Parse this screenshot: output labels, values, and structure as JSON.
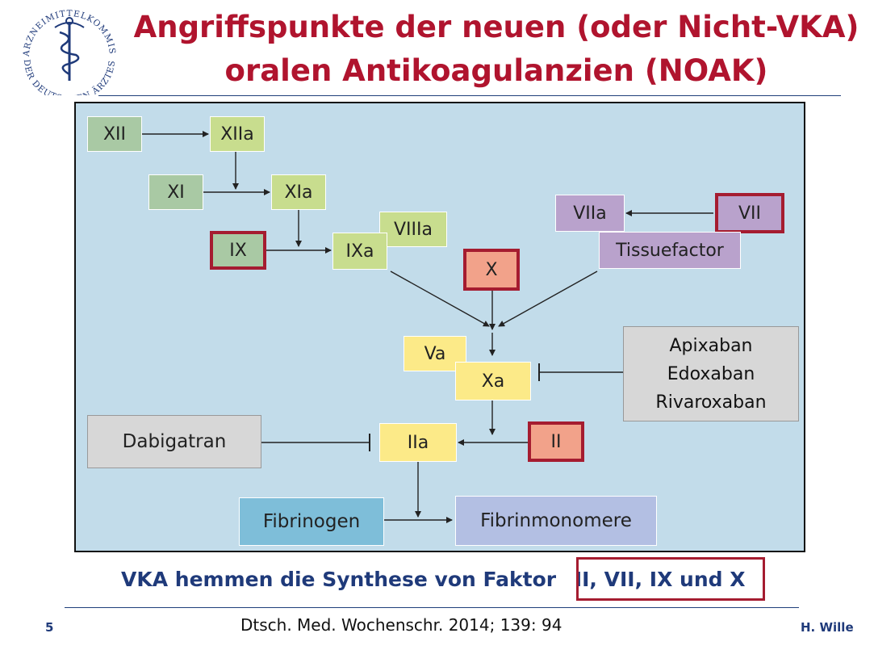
{
  "header": {
    "title_line1": "Angriffspunkte der neuen (oder Nicht-VKA)",
    "title_line2": "oralen Antikoagulanzien (NOAK)",
    "logo_text": "ARZNEIMITTELKOMMISSION DER DEUTSCHEN ÄRZTESCHAFT"
  },
  "diagram": {
    "factors": {
      "xii": "XII",
      "xiia": "XIIa",
      "xi": "XI",
      "xia": "XIa",
      "ix": "IX",
      "ixa": "IXa",
      "viiia": "VIIIa",
      "x": "X",
      "viia": "VIIa",
      "vii": "VII",
      "tissuefactor": "Tissuefactor",
      "va": "Va",
      "xa": "Xa",
      "iia": "IIa",
      "ii": "II",
      "fibrinogen": "Fibrinogen",
      "fibrinmonomere": "Fibrinmonomere"
    },
    "xa_inhibitors": [
      "Apixaban",
      "Edoxaban",
      "Rivaroxaban"
    ],
    "thrombin_inhibitor": "Dabigatran"
  },
  "vka_note": {
    "prefix": "VKA hemmen die Synthese von Faktor",
    "highlight": "II, VII, IX und X"
  },
  "footer": {
    "page": "5",
    "citation": "Dtsch. Med. Wochenschr. 2014; 139: 94",
    "author": "H. Wille"
  },
  "colors": {
    "title": "#b0142e",
    "accent_red": "#a51c30",
    "navy": "#1f3a7a",
    "diagram_bg": "#c2dcea"
  }
}
